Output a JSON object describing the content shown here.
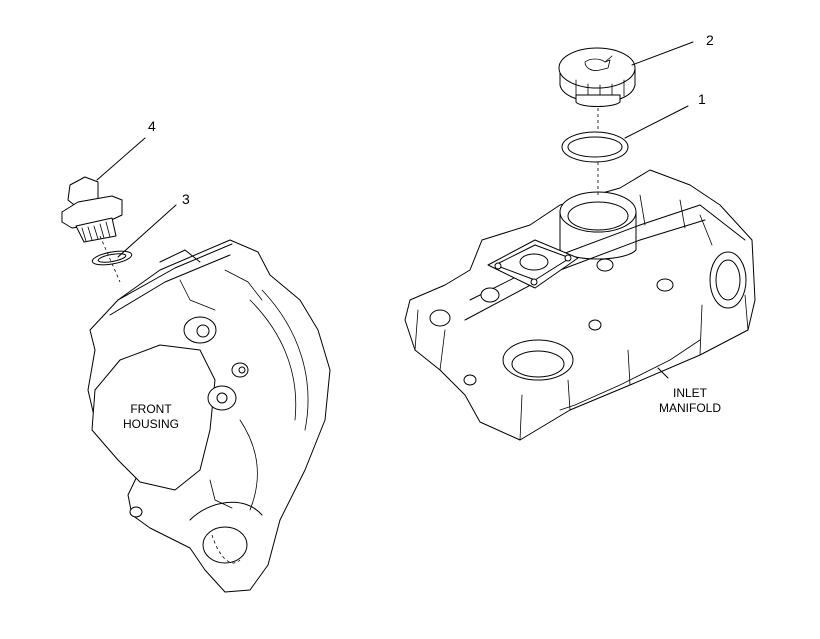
{
  "callouts": {
    "c1": "1",
    "c2": "2",
    "c3": "3",
    "c4": "4"
  },
  "labels": {
    "front_housing": [
      "FRONT",
      "HOUSING"
    ],
    "inlet_manifold": [
      "INLET",
      "MANIFOLD"
    ]
  }
}
